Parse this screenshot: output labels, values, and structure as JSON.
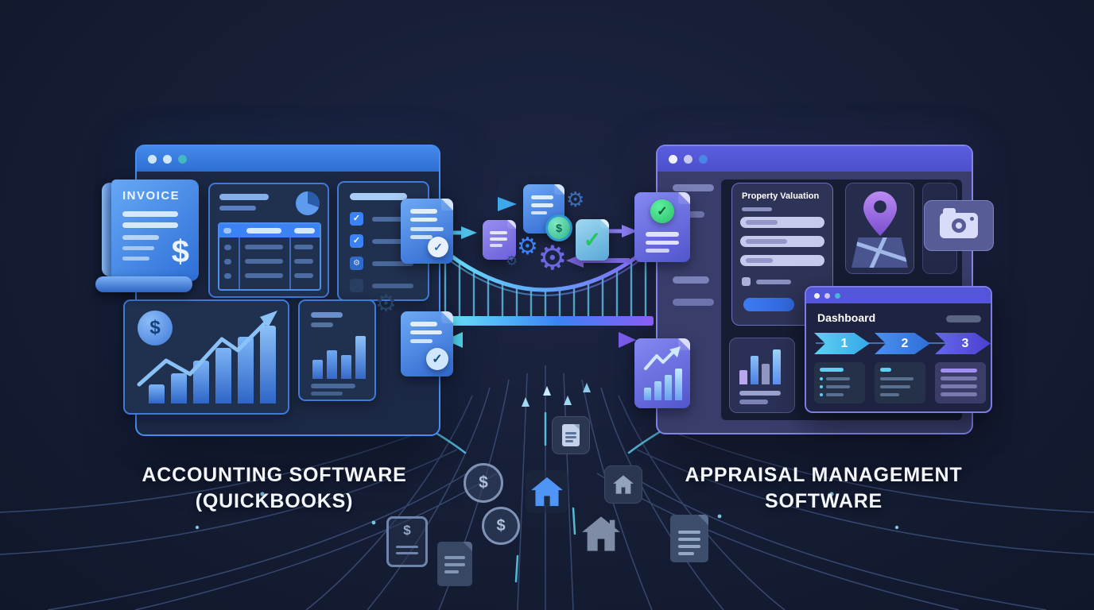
{
  "captions": {
    "left": {
      "line1": "ACCOUNTING SOFTWARE",
      "line2": "(QUICKBOOKS)"
    },
    "right": {
      "line1": "APPRAISAL MANAGEMENT",
      "line2": "SOFTWARE"
    }
  },
  "left_window": {
    "invoice_title": "INVOICE"
  },
  "right_window": {
    "form_title": "Property Valuation",
    "dashboard_title": "Dashboard",
    "steps": [
      {
        "n": "1"
      },
      {
        "n": "2"
      },
      {
        "n": "3"
      }
    ]
  },
  "glyphs": {
    "dollar": "$",
    "check": "✓",
    "gear": "⚙"
  },
  "colors": {
    "background": "#141b2f",
    "left_accent": "#3b82f6",
    "right_accent": "#5356d4",
    "cyan": "#5fd0f0",
    "purple": "#8b5cf6",
    "green": "#3ddc84",
    "pin_purple": "#a36ee4"
  }
}
